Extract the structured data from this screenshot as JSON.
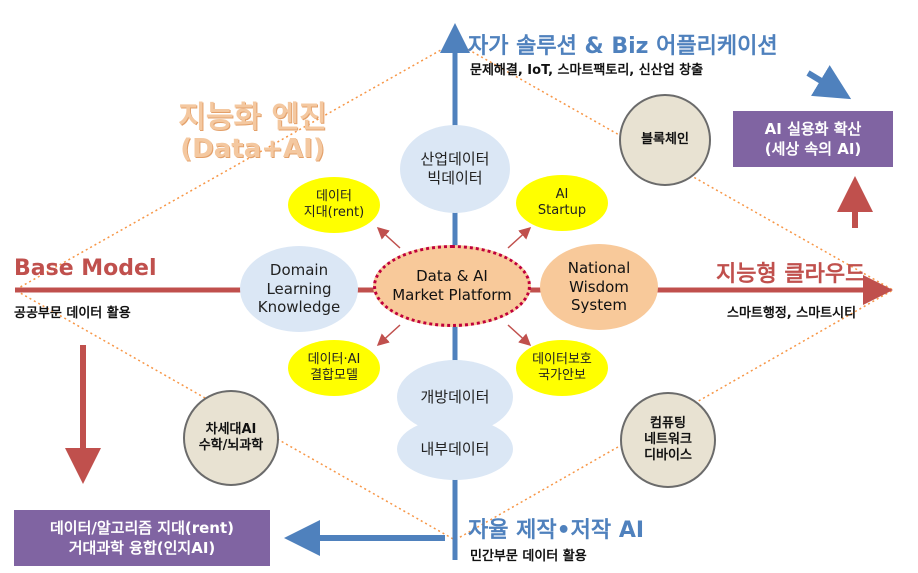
{
  "engine": {
    "title": "지능화 엔진",
    "subtitle": "(Data+AI)"
  },
  "top": {
    "title": "자가 솔루션 & Biz 어플리케이션",
    "sub": "문제해결, IoT, 스마트팩토리, 신산업 창출"
  },
  "bottom": {
    "title": "자율 제작•저작 AI",
    "sub": "민간부문 데이터 활용"
  },
  "left": {
    "title": "Base Model",
    "sub": "공공부문 데이터 활용"
  },
  "right": {
    "title": "지능형 클라우드",
    "sub": "스마트행정, 스마트시티"
  },
  "top_right_box": {
    "line1": "AI 실용화 확산",
    "line2": "(세상 속의 AI)"
  },
  "bottom_left_box": {
    "line1": "데이터/알고리즘 지대(rent)",
    "line2": "거대과학 융합(인지AI)"
  },
  "center": {
    "line1": "Data & AI",
    "line2": "Market Platform"
  },
  "blue_nodes": {
    "top": {
      "line1": "산업데이터",
      "line2": "빅데이터"
    },
    "left": {
      "line1": "Domain",
      "line2": "Learning",
      "line3": "Knowledge"
    },
    "right": {
      "line1": "National",
      "line2": "Wisdom",
      "line3": "System"
    },
    "bottom1": {
      "line1": "개방데이터"
    },
    "bottom2": {
      "line1": "내부데이터"
    }
  },
  "yellow_nodes": {
    "top_left": {
      "line1": "데이터",
      "line2": "지대(rent)"
    },
    "top_right": {
      "line1": "AI",
      "line2": "Startup"
    },
    "bottom_left": {
      "line1": "데이터·AI",
      "line2": "결합모델"
    },
    "bottom_right": {
      "line1": "데이터보호",
      "line2": "국가안보"
    }
  },
  "gray_nodes": {
    "top_right": {
      "line1": "블록체인"
    },
    "bottom_left": {
      "line1": "차세대AI",
      "line2": "수학/뇌과학"
    },
    "bottom_right": {
      "line1": "컴퓨팅",
      "line2": "네트워크",
      "line3": "디바이스"
    }
  },
  "colors": {
    "blue": "#4f81bd",
    "red": "#c0504d",
    "purple": "#8064a2",
    "yellow": "#ffff00",
    "dotted_orange": "#f79646"
  }
}
